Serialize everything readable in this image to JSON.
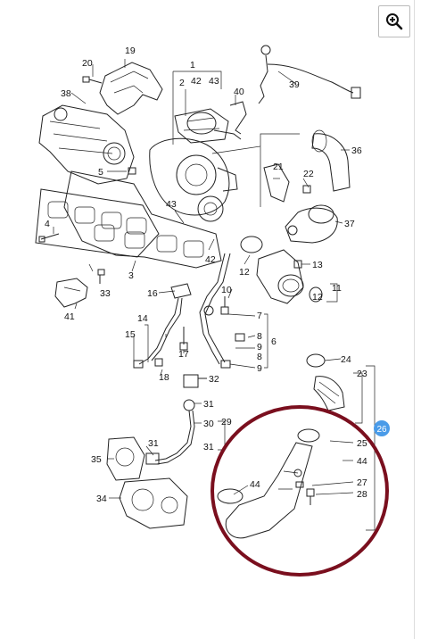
{
  "toolbar": {
    "zoom_icon": "zoom-in-icon"
  },
  "highlight": {
    "circle_color": "#7a0f1e",
    "badge_color": "#4a9be8",
    "badge_text_color": "#ffffff",
    "badge_label": "26"
  },
  "callouts": {
    "c1": "1",
    "c42a": "42",
    "c43a": "43",
    "c2": "2",
    "c3": "3",
    "c4": "4",
    "c5": "5",
    "c6": "6",
    "c7": "7",
    "c8a": "8",
    "c8b": "8",
    "c9a": "9",
    "c9b": "9",
    "c10": "10",
    "c11": "11",
    "c12a": "12",
    "c12b": "12",
    "c13": "13",
    "c14": "14",
    "c15": "15",
    "c16": "16",
    "c17": "17",
    "c18": "18",
    "c19": "19",
    "c20": "20",
    "c21": "21",
    "c22": "22",
    "c23": "23",
    "c24": "24",
    "c25": "25",
    "c27": "27",
    "c28": "28",
    "c29": "29",
    "c30": "30",
    "c31a": "31",
    "c31b": "31",
    "c31c": "31",
    "c32": "32",
    "c33": "33",
    "c34": "34",
    "c35": "35",
    "c36": "36",
    "c37": "37",
    "c38": "38",
    "c39": "39",
    "c40": "40",
    "c41": "41",
    "c42b": "42",
    "c43b": "43",
    "c44a": "44",
    "c44b": "44"
  }
}
